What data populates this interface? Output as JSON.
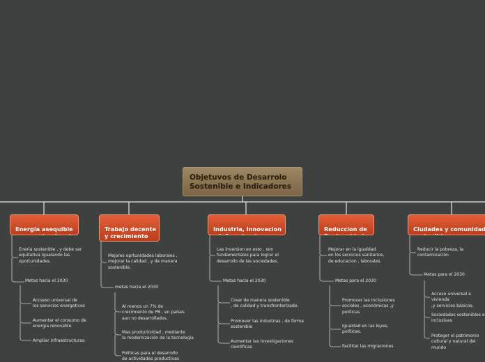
{
  "root": {
    "title": "Objetuvos de Desarrolo\nSostenible e Indicadores"
  },
  "topics": [
    {
      "label": "Energia asequible\ny no contaminante",
      "description": "Eneria sostenible , y debe ser\nequitativa igualando las\noportunidades.",
      "goals_label": "Metas hacia el 2030",
      "goals": [
        "Accseso universal de\nlos servicios energeticos",
        "Aumentar el consumo de\nenergia renovable",
        "Ampliar infraestructuras."
      ]
    },
    {
      "label": "Trabajo decente\ny crecimiento\neconomicos",
      "description": "Mejores oprtunidades laborales ,\nmejorar la calidad , y de manera\nsostenible.",
      "goals_label": "metas hacia el 2030",
      "goals": [
        "Al menos un 7% de\ncrecimiento de PB , en países\naun no desarrollados.",
        "Mas productividad , mediante\nla modernización de la tecnología",
        "Politicas para el desarrollo\nde actividades productivas"
      ]
    },
    {
      "label": "Industria, Innovacion\ne Infraestructura",
      "description": "Las inversion en esto , son\nfundamentales para lograr el\ndesarrollo de las sociedades.",
      "goals_label": "Metas hacia el 2030",
      "goals": [
        "Crear de manera sostenible\n, de calidad y transfronterizado.",
        "Promover las industrias , de forma\nsostenible",
        "Aumentar las investigaciones\ncientificas"
      ]
    },
    {
      "label": "Reduccion de\nDesigualdades",
      "description": "Mejorar en la igualdad\nen los servicios sanitarios,\nde educacion , laborales.",
      "goals_label": "Metas para el 2030",
      "goals": [
        "Promover las inclusiones\nsociales , económicas ,y\npoliticas",
        "Igualdad en las leyes,\npolíticas.",
        "Facilitar las migraciones"
      ]
    },
    {
      "label": "Ciudades y comunidades\nsostenibles",
      "description": "Reducir la pobreza, la\ncontaminación",
      "goals_label": "Metas para el 2030",
      "goals": [
        "Acceso universal a vivienda\n,y servicios básicos.",
        "Sociedades sostenibles e\ninclusivas",
        "Proteger el patrimonio\ncultural y natural del mundo"
      ]
    }
  ]
}
